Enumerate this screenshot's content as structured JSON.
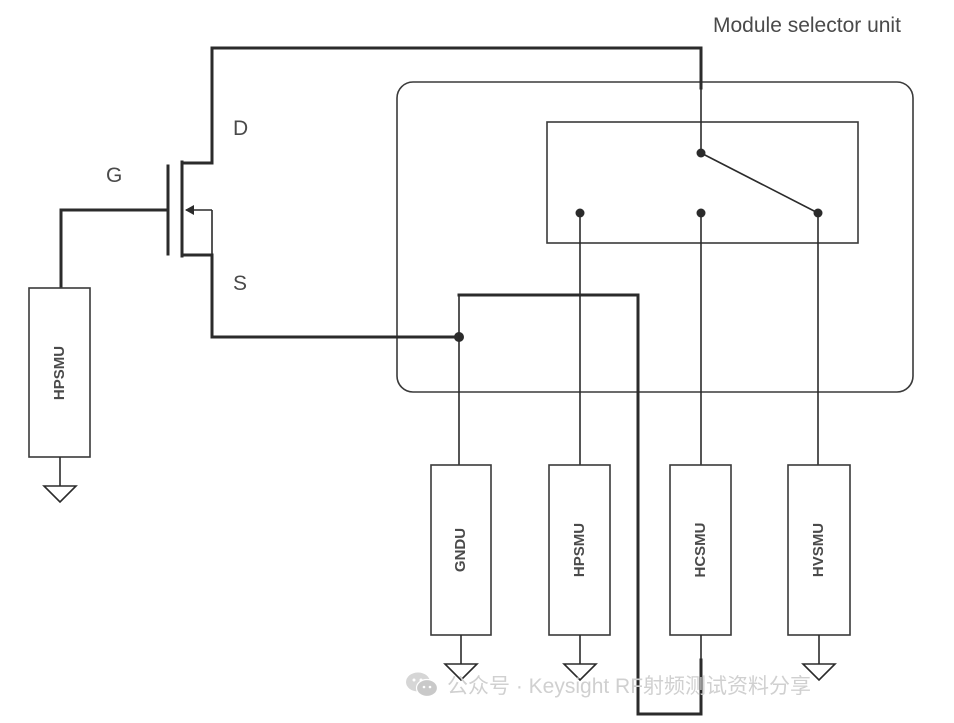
{
  "diagram": {
    "title": "Module selector unit",
    "transistor": {
      "gate": "G",
      "drain": "D",
      "source": "S"
    },
    "modules": {
      "gate_smu": "HPSMU",
      "bottom": [
        "GNDU",
        "HPSMU",
        "HCSMU",
        "HVSMU"
      ]
    }
  },
  "watermark": {
    "icon": "wechat-icon",
    "text": "公众号 · Keysight RF射频测试资料分享"
  }
}
